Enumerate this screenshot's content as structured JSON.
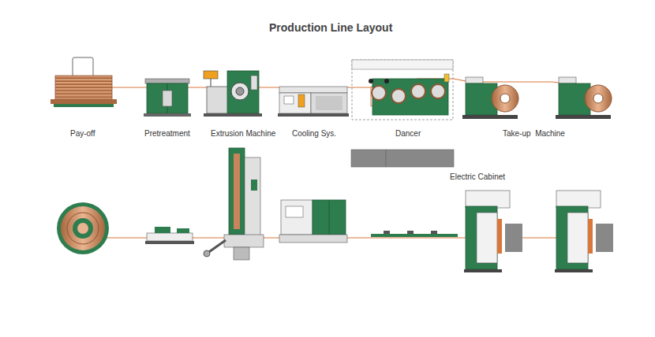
{
  "diagram": {
    "title": "Production Line Layout",
    "labels": [
      "Pay-off",
      "Pretreatment",
      "Extrusion Machine",
      "Cooling Sys.",
      "Dancer",
      "Take-up  Machine",
      "Electric Cabinet"
    ]
  }
}
